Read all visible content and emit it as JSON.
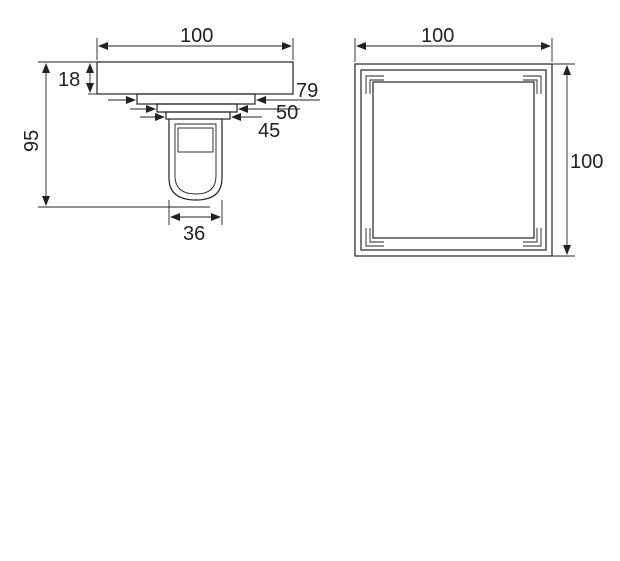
{
  "side_view": {
    "width_top": "100",
    "height_flange": "18",
    "height_total": "95",
    "width_79": "79",
    "width_50": "50",
    "width_45": "45",
    "width_body": "36"
  },
  "top_view": {
    "width": "100",
    "height": "100"
  },
  "colors": {
    "line": "#222222",
    "background": "#ffffff"
  }
}
